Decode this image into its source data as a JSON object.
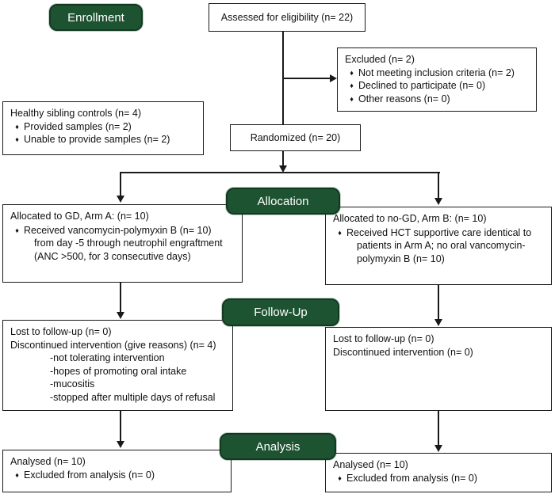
{
  "diagram": {
    "type": "consort-flow",
    "bullet_char": "♦",
    "colors": {
      "stage_pill_bg": "#1e5332",
      "stage_pill_border": "#123a21",
      "stage_pill_text": "#ffffff",
      "box_border": "#1a1a1a",
      "line": "#1a1a1a",
      "background": "#ffffff"
    },
    "stages": {
      "enrollment": "Enrollment",
      "allocation": "Allocation",
      "followup": "Follow-Up",
      "analysis": "Analysis"
    },
    "boxes": {
      "assessed": {
        "text": "Assessed for eligibility (n= 22)"
      },
      "excluded": {
        "title": "Excluded (n= 2)",
        "bullets": [
          "Not meeting inclusion criteria (n= 2)",
          "Declined to participate (n= 0)",
          "Other reasons (n= 0)"
        ]
      },
      "siblings": {
        "title": "Healthy sibling controls (n= 4)",
        "bullets": [
          "Provided samples (n= 2)",
          "Unable to provide samples (n= 2)"
        ]
      },
      "randomized": {
        "text": "Randomized (n= 20)"
      },
      "alloc_a": {
        "title": "Allocated to GD, Arm A: (n= 10)",
        "bullet": "Received vancomycin-polymyxin B (n= 10)",
        "cont": [
          "from day -5 through neutrophil engraftment",
          "(ANC >500, for 3 consecutive days)"
        ]
      },
      "alloc_b": {
        "title": "Allocated to no-GD, Arm B: (n= 10)",
        "bullet": "Received HCT supportive care identical to",
        "cont": [
          "patients in Arm A; no oral vancomycin-",
          "polymyxin B (n= 10)"
        ]
      },
      "followup_a": {
        "lines": [
          "Lost to follow-up (n= 0)",
          "Discontinued intervention (give reasons) (n= 4)"
        ],
        "sub_lines": [
          "-not tolerating intervention",
          "-hopes of promoting oral intake",
          "-mucositis",
          "-stopped after multiple days of refusal"
        ]
      },
      "followup_b": {
        "lines": [
          "Lost to follow-up (n= 0)",
          "Discontinued intervention (n= 0)"
        ]
      },
      "analysis_a": {
        "title": "Analysed (n= 10)",
        "bullet": "Excluded from analysis (n= 0)"
      },
      "analysis_b": {
        "title": "Analysed (n= 10)",
        "bullet": "Excluded from analysis (n= 0)"
      }
    }
  }
}
